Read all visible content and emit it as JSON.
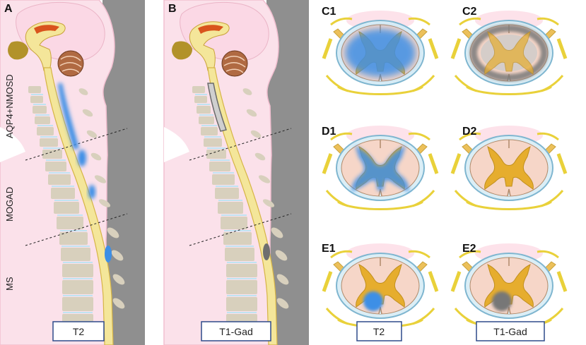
{
  "panels": {
    "A": "A",
    "B": "B",
    "C1": "C1",
    "C2": "C2",
    "D1": "D1",
    "D2": "D2",
    "E1": "E1",
    "E2": "E2"
  },
  "side_labels": {
    "aqp4": "AQP4+NMOSD",
    "mogad": "MOGAD",
    "ms": "MS"
  },
  "box_labels": {
    "a": "T2",
    "b": "T1-Gad",
    "col1": "T2",
    "col2": "T1-Gad"
  },
  "colors": {
    "skin": "#fbe1ea",
    "skin_edge": "#f1bfd0",
    "gray_bg": "#8f8f8f",
    "vertebra": "#d8d0bd",
    "disc": "#bfe3f2",
    "cord": "#f4e69a",
    "cord_edge": "#d6b446",
    "lesion_blue": "#3d8fe6",
    "lesion_gray": "#777777",
    "gray_matter": "#e6ad2e",
    "white_matter": "#f6d6c8",
    "meninges": "#a9d4e6",
    "box_border": "#2e4a8a"
  },
  "icons": {
    "spine": "sagittal-spine-icon",
    "cross_section": "spinal-cord-cross-section-icon"
  }
}
